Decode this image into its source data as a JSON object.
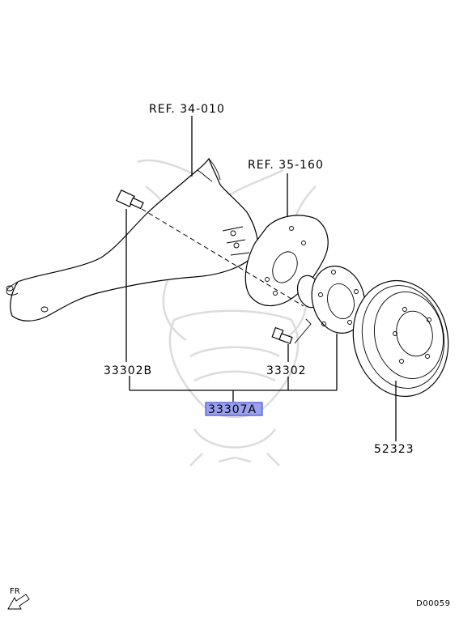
{
  "diagram": {
    "references": [
      {
        "id": "ref-trailing-arm",
        "text": "REF. 34-010"
      },
      {
        "id": "ref-backing-plate",
        "text": "REF. 35-160"
      }
    ],
    "parts": [
      {
        "id": "bolt",
        "number": "33302B",
        "highlighted": false
      },
      {
        "id": "hub-bolt",
        "number": "33302",
        "highlighted": false
      },
      {
        "id": "hub-assembly",
        "number": "33307A",
        "highlighted": true
      },
      {
        "id": "brake-drum",
        "number": "52323",
        "highlighted": false
      }
    ],
    "direction": {
      "text": "FR",
      "icon": "front-arrow-icon"
    },
    "diagram_code": "D00059",
    "colors": {
      "highlight_fill": "#9aa0ee",
      "highlight_border": "#2e3ac8",
      "line": "#000000",
      "watermark": "#dcdcdc"
    }
  }
}
